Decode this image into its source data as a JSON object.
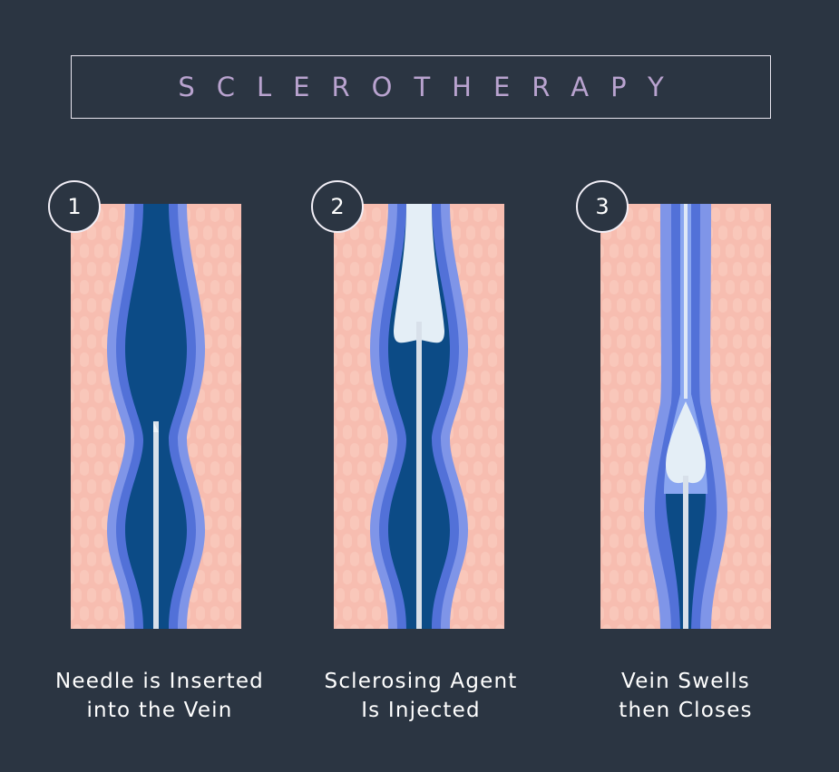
{
  "title": "SCLEROTHERAPY",
  "steps": [
    {
      "number": "1",
      "caption_line1": "Needle is Inserted",
      "caption_line2": "into the Vein"
    },
    {
      "number": "2",
      "caption_line1": "Sclerosing Agent",
      "caption_line2": "Is Injected"
    },
    {
      "number": "3",
      "caption_line1": "Vein Swells",
      "caption_line2": "then Closes"
    }
  ],
  "colors": {
    "background": "#2b3542",
    "skin": "#f7bdb0",
    "skin_texture": "#fbd2c8",
    "vessel_wall_outer": "#7f95e8",
    "vessel_wall_inner": "#5271d8",
    "blood": "#0c4b86",
    "sclerosing_agent": "#e4eef6",
    "needle": "#d8e0ea",
    "title_text": "#b9a3cf"
  }
}
